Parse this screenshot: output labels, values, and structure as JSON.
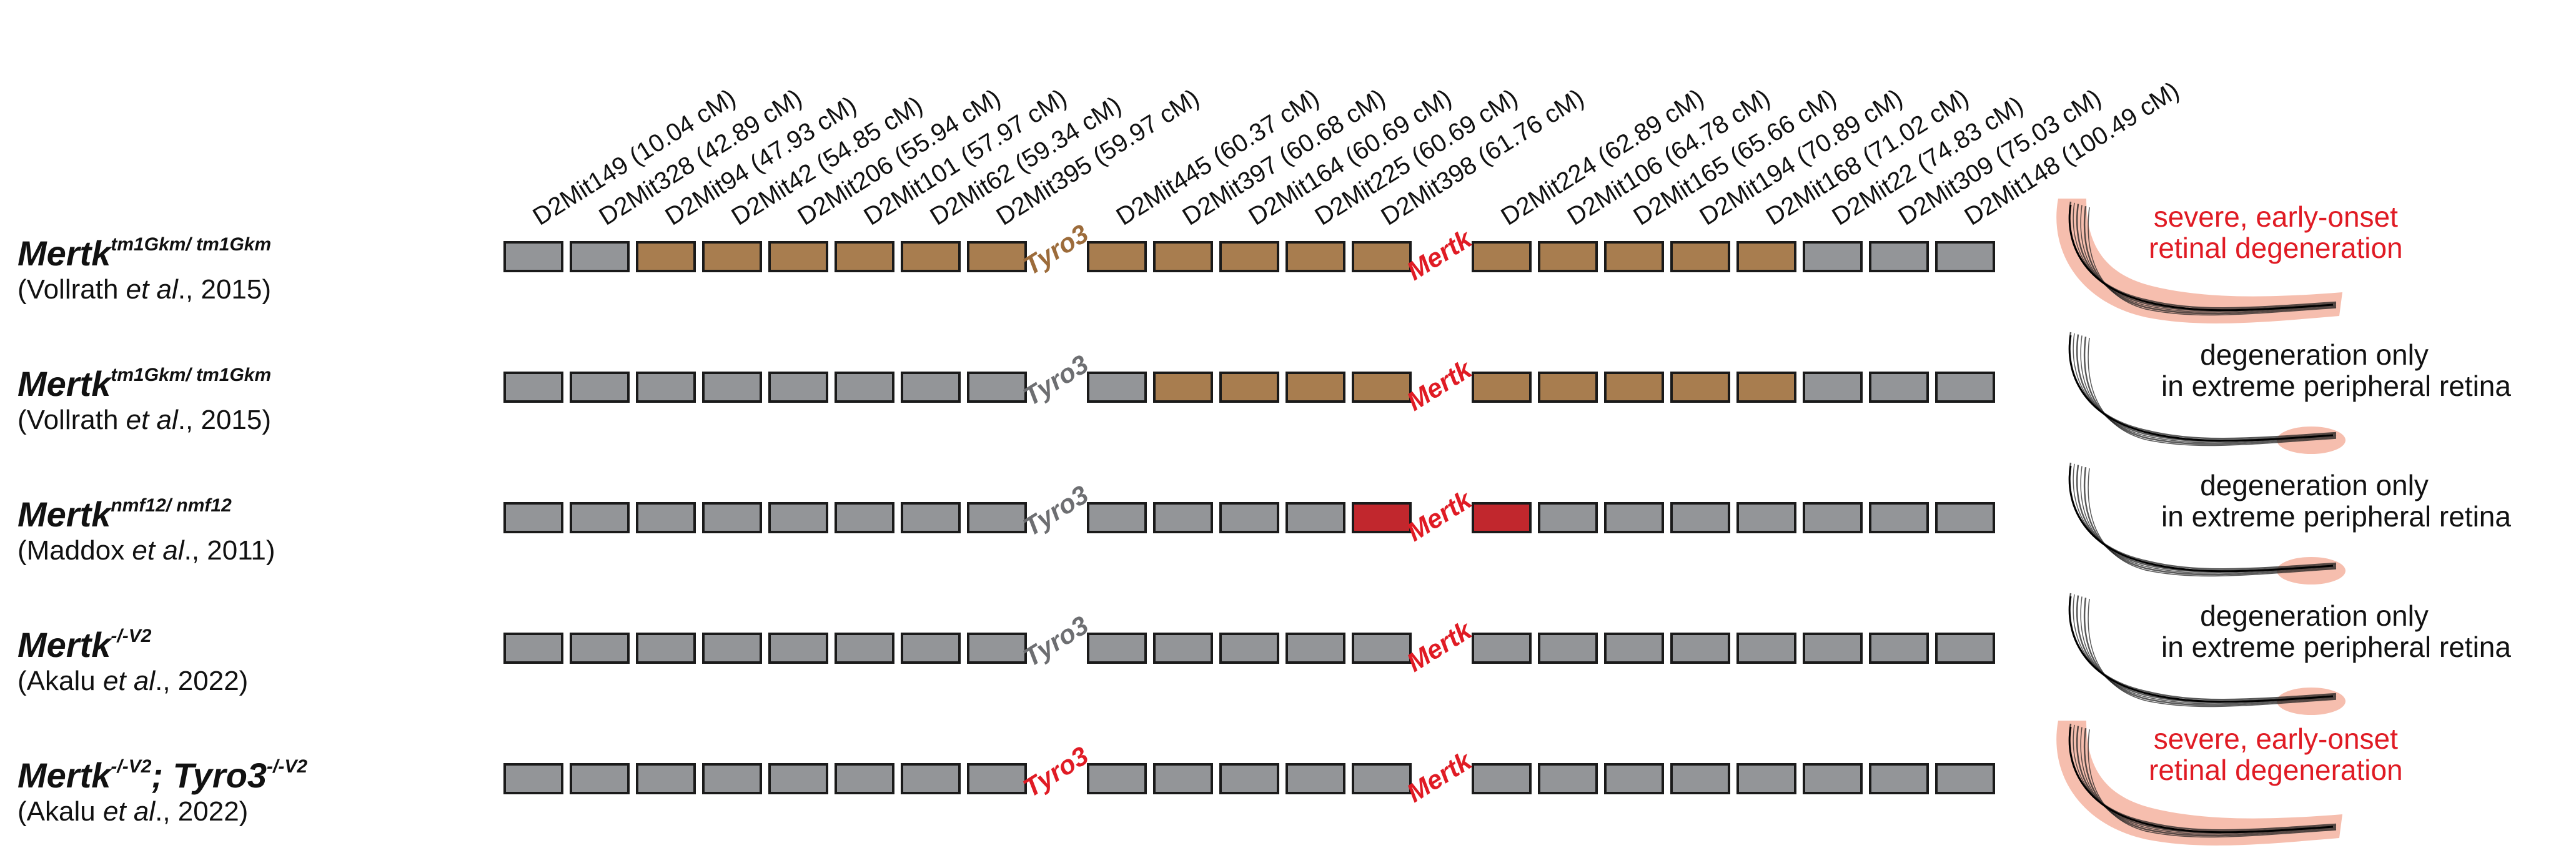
{
  "markers": [
    "D2Mit149 (10.04 cM)",
    "D2Mit328 (42.89 cM)",
    "D2Mit94 (47.93 cM)",
    "D2Mit42 (54.85 cM)",
    "D2Mit206 (55.94 cM)",
    "D2Mit101 (57.97 cM)",
    "D2Mit62 (59.34 cM)",
    "D2Mit395 (59.97 cM)",
    "D2Mit445 (60.37 cM)",
    "D2Mit397 (60.68 cM)",
    "D2Mit164 (60.69 cM)",
    "D2Mit225 (60.69 cM)",
    "D2Mit398 (61.76 cM)",
    "D2Mit224 (62.89 cM)",
    "D2Mit106 (64.78 cM)",
    "D2Mit165 (65.66 cM)",
    "D2Mit194 (70.89 cM)",
    "D2Mit168 (71.02 cM)",
    "D2Mit22 (74.83 cM)",
    "D2Mit309 (75.03 cM)",
    "D2Mit148 (100.49 cM)"
  ],
  "genes": {
    "tyro3": "Tyro3",
    "mertk": "Mertk"
  },
  "legend_colors": {
    "B6": "#939598",
    "129": "#a87d4f",
    "mutant": "#c1272d",
    "gene_red": "#e01b24",
    "gene_gray": "#6d6e71",
    "gene_brown": "#9c6b3a",
    "degeneration_fill": "#f4b3a0"
  },
  "rows": [
    {
      "genotype": {
        "gene1": "Mertk",
        "sup1": "tm1Gkm/ tm1Gkm",
        "sep": "",
        "gene2": "",
        "sup2": ""
      },
      "citation": {
        "pre": "(Vollrath ",
        "etal": "et al",
        "post": "., 2015)"
      },
      "segments": [
        "B6",
        "B6",
        "129",
        "129",
        "129",
        "129",
        "129",
        "129",
        "129",
        "129",
        "129",
        "129",
        "129",
        "129",
        "129",
        "129",
        "129",
        "129",
        "B6",
        "B6",
        "B6"
      ],
      "tyro3_color": "brown",
      "phenotype": {
        "line1": "severe, early-onset",
        "line2": "retinal degeneration",
        "color": "#e01b24",
        "severity": "severe"
      }
    },
    {
      "genotype": {
        "gene1": "Mertk",
        "sup1": "tm1Gkm/ tm1Gkm",
        "sep": "",
        "gene2": "",
        "sup2": ""
      },
      "citation": {
        "pre": "(Vollrath ",
        "etal": "et al",
        "post": "., 2015)"
      },
      "segments": [
        "B6",
        "B6",
        "B6",
        "B6",
        "B6",
        "B6",
        "B6",
        "B6",
        "B6",
        "129",
        "129",
        "129",
        "129",
        "129",
        "129",
        "129",
        "129",
        "129",
        "B6",
        "B6",
        "B6"
      ],
      "tyro3_color": "gray",
      "phenotype": {
        "line1": "degeneration only",
        "line2": "in extreme peripheral retina",
        "color": "#111111",
        "severity": "peripheral"
      }
    },
    {
      "genotype": {
        "gene1": "Mertk",
        "sup1": "nmf12/ nmf12",
        "sep": "",
        "gene2": "",
        "sup2": ""
      },
      "citation": {
        "pre": "(Maddox ",
        "etal": "et al",
        "post": "., 2011)"
      },
      "segments": [
        "B6",
        "B6",
        "B6",
        "B6",
        "B6",
        "B6",
        "B6",
        "B6",
        "B6",
        "B6",
        "B6",
        "B6",
        "mutant",
        "mutant",
        "B6",
        "B6",
        "B6",
        "B6",
        "B6",
        "B6",
        "B6"
      ],
      "tyro3_color": "gray",
      "phenotype": {
        "line1": "degeneration only",
        "line2": "in extreme peripheral retina",
        "color": "#111111",
        "severity": "peripheral"
      }
    },
    {
      "genotype": {
        "gene1": "Mertk",
        "sup1": "-/-V2",
        "sep": "",
        "gene2": "",
        "sup2": ""
      },
      "citation": {
        "pre": "(Akalu ",
        "etal": "et al",
        "post": "., 2022)"
      },
      "segments": [
        "B6",
        "B6",
        "B6",
        "B6",
        "B6",
        "B6",
        "B6",
        "B6",
        "B6",
        "B6",
        "B6",
        "B6",
        "B6",
        "B6",
        "B6",
        "B6",
        "B6",
        "B6",
        "B6",
        "B6",
        "B6"
      ],
      "tyro3_color": "gray",
      "phenotype": {
        "line1": "degeneration only",
        "line2": "in extreme peripheral retina",
        "color": "#111111",
        "severity": "peripheral"
      }
    },
    {
      "genotype": {
        "gene1": "Mertk",
        "sup1": "-/-V2",
        "sep": "; ",
        "gene2": "Tyro3",
        "sup2": "-/-V2"
      },
      "citation": {
        "pre": "(Akalu ",
        "etal": "et al",
        "post": "., 2022)"
      },
      "segments": [
        "B6",
        "B6",
        "B6",
        "B6",
        "B6",
        "B6",
        "B6",
        "B6",
        "B6",
        "B6",
        "B6",
        "B6",
        "B6",
        "B6",
        "B6",
        "B6",
        "B6",
        "B6",
        "B6",
        "B6",
        "B6"
      ],
      "tyro3_color": "red",
      "phenotype": {
        "line1": "severe, early-onset",
        "line2": "retinal degeneration",
        "color": "#e01b24",
        "severity": "severe"
      }
    }
  ]
}
